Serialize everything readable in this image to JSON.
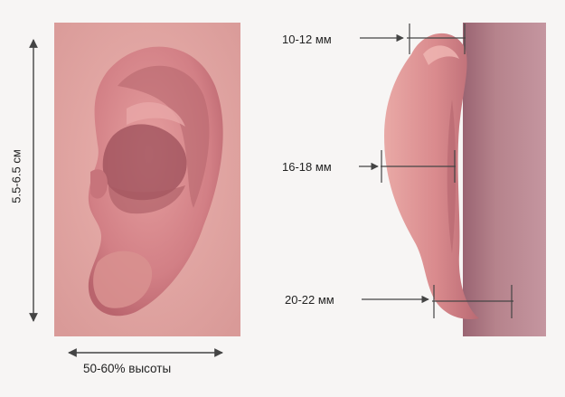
{
  "labels": {
    "ear_height": "5.5-6.5 см",
    "ear_width": "50-60% высоты",
    "top_depth": "10-12 мм",
    "middle_depth": "16-18 мм",
    "lobe_depth": "20-22 мм"
  },
  "colors": {
    "skin": "#d98a8d",
    "skin_shadow": "#a85a62",
    "panel_bg": "#e3a5a2",
    "head_side": "#b07c86",
    "arrow": "#444444"
  }
}
